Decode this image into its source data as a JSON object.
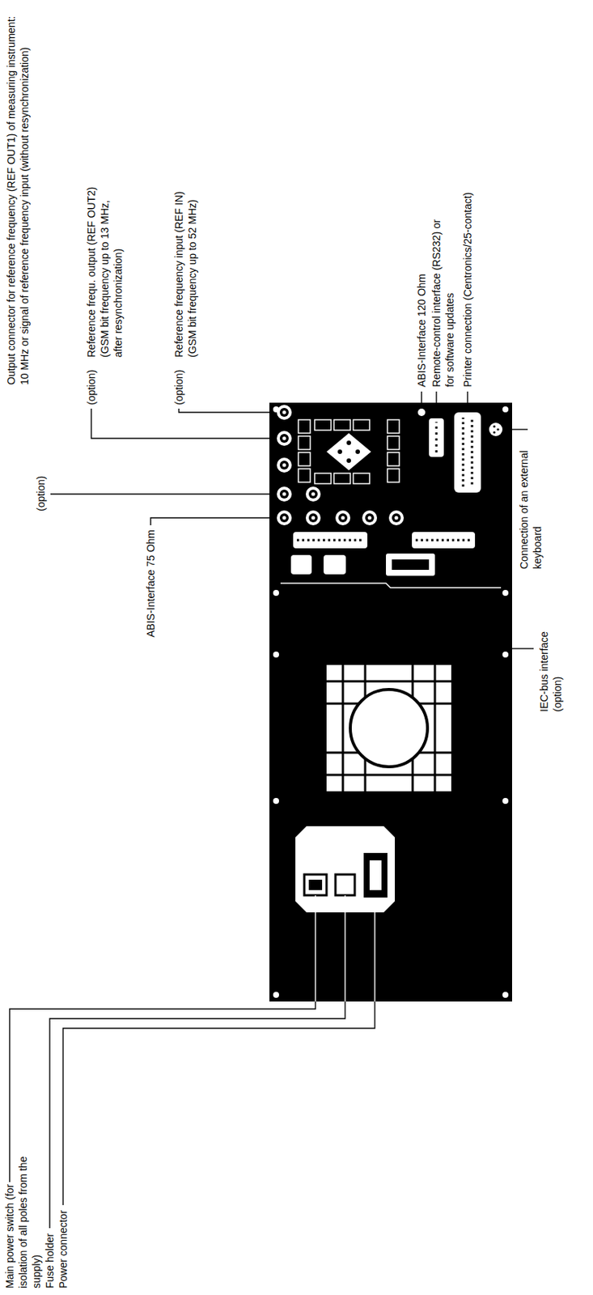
{
  "diagram": {
    "labels": [
      "Output connector for reference frequency (REF OUT1) of measuring instrument: 10 MHz or signal of reference frequency input (without resynchronization)",
      "(option)",
      "(option)",
      "Reference frequ. output (REF OUT2) (GSM bit frequency up to 13 MHz, after resynchronization)",
      "(option)",
      "Reference frequency input (REF IN) (GSM bit frequency up to 52 MHz)",
      "ABIS-Interface 120 Ohm",
      "Remote-control interface (RS232) or for software updates",
      "Printer connection (Centronics/25-contact)",
      "ABIS-Interface 75 Ohm",
      "Connection of an external keyboard",
      "IEC-bus interface (option)",
      "Main power switch (for isolation of all poles from the supply)",
      "Fuse holder",
      "Power connector"
    ]
  }
}
